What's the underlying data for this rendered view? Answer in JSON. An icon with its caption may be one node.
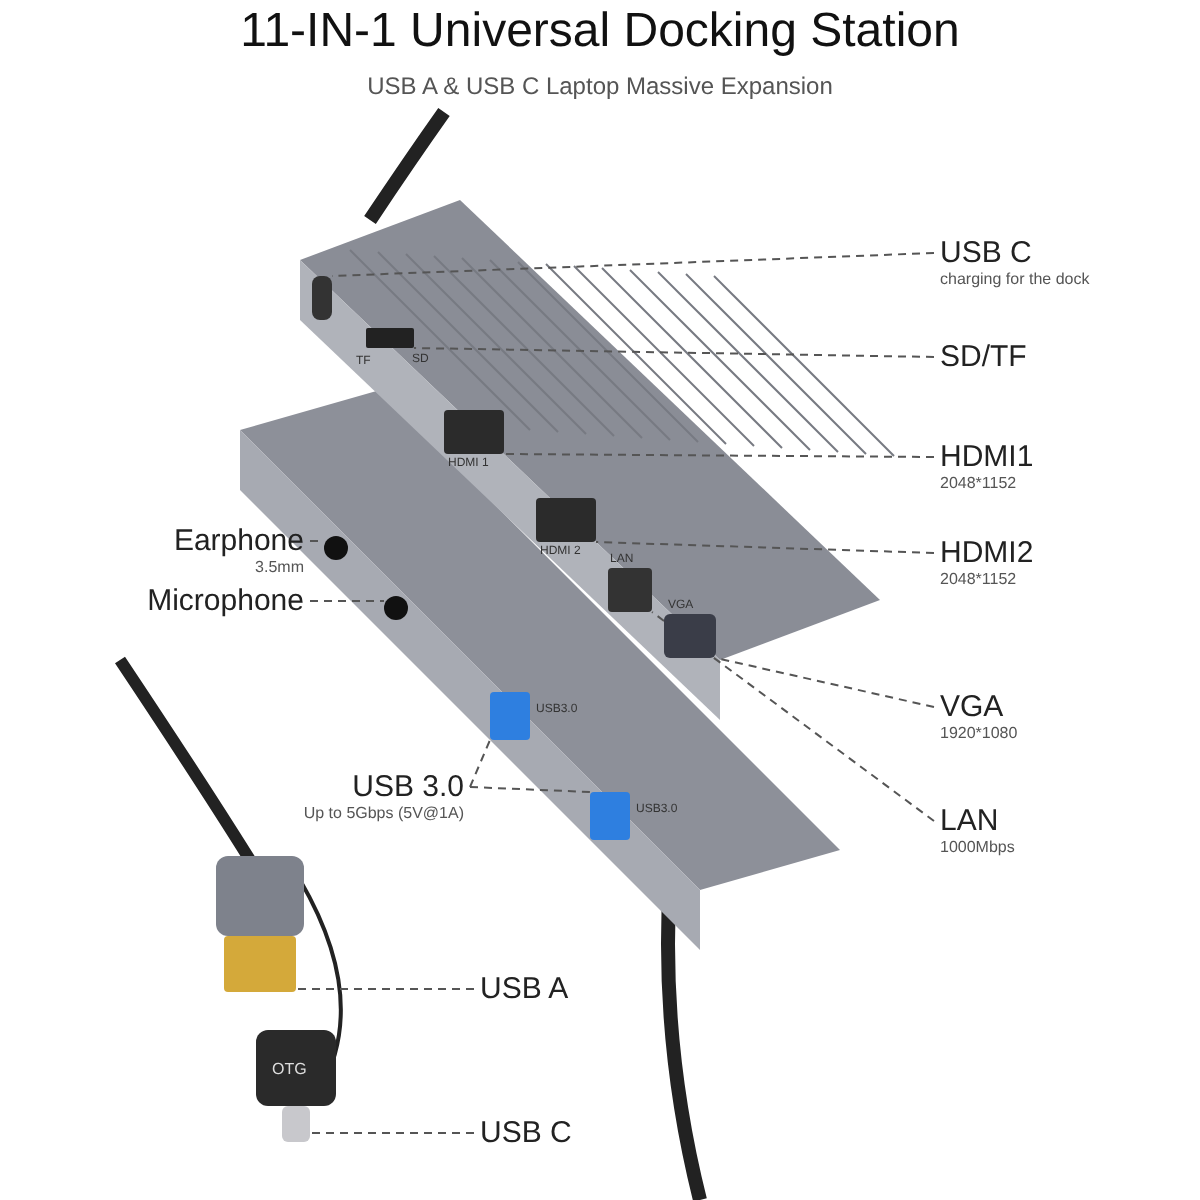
{
  "diagram": {
    "title": "11-IN-1 Universal Docking Station",
    "caption": "USB A & USB C Laptop Massive Expansion",
    "nodes": [
      {
        "text": [
          "USB C",
          "charging for the dock"
        ]
      },
      {
        "text": [
          "SD/TF"
        ]
      },
      {
        "text": [
          "HDMI1",
          "2048*1152"
        ]
      },
      {
        "text": [
          "HDMI2",
          "2048*1152"
        ]
      },
      {
        "text": [
          "VGA",
          "1920*1080"
        ]
      },
      {
        "text": [
          "LAN",
          "1000Mbps"
        ]
      },
      {
        "text": [
          "Earphone",
          "3.5mm"
        ]
      },
      {
        "text": [
          "Microphone"
        ]
      },
      {
        "text": [
          "USB 3.0",
          "Up to 5Gbps (5V@1A)"
        ]
      },
      {
        "text": [
          "USB A"
        ]
      },
      {
        "text": [
          "USB C"
        ]
      },
      {
        "text": [],
        "shape": "box"
      },
      {
        "text": [],
        "shape": "box"
      },
      {
        "text": [],
        "shape": "box"
      },
      {
        "text": [],
        "shape": "box"
      },
      {
        "text": [],
        "shape": "box"
      },
      {
        "text": [],
        "shape": "box"
      },
      {
        "text": [],
        "shape": "circle"
      },
      {
        "text": [],
        "shape": "circle"
      },
      {
        "text": [],
        "shape": "box"
      },
      {
        "text": [],
        "shape": "box"
      },
      {
        "text": [],
        "shape": "box"
      },
      {
        "text": [],
        "shape": "box"
      }
    ],
    "edges": [
      {
        "from": 0,
        "to": 11,
        "arrow": "none",
        "style": "dashed"
      },
      {
        "from": 1,
        "to": 12,
        "arrow": "none",
        "style": "dashed"
      },
      {
        "from": 2,
        "to": 13,
        "arrow": "none",
        "style": "dashed"
      },
      {
        "from": 3,
        "to": 14,
        "arrow": "none",
        "style": "dashed"
      },
      {
        "from": 4,
        "to": 15,
        "arrow": "none",
        "style": "dashed"
      },
      {
        "from": 5,
        "to": 16,
        "arrow": "none",
        "style": "dashed"
      },
      {
        "from": 6,
        "to": 17,
        "arrow": "none",
        "style": "dashed"
      },
      {
        "from": 7,
        "to": 18,
        "arrow": "none",
        "style": "dashed"
      },
      {
        "from": 8,
        "to": 19,
        "arrow": "none",
        "style": "dashed"
      },
      {
        "from": 8,
        "to": 20,
        "arrow": "none",
        "style": "dashed"
      },
      {
        "from": 9,
        "to": 21,
        "arrow": "none",
        "style": "dashed"
      },
      {
        "from": 10,
        "to": 22,
        "arrow": "none",
        "style": "dashed"
      }
    ],
    "labels": [
      "TF",
      "SD",
      "HDMI 1",
      "HDMI 2",
      "LAN",
      "VGA",
      "USB3.0",
      "USB3.0",
      "OTG"
    ]
  }
}
